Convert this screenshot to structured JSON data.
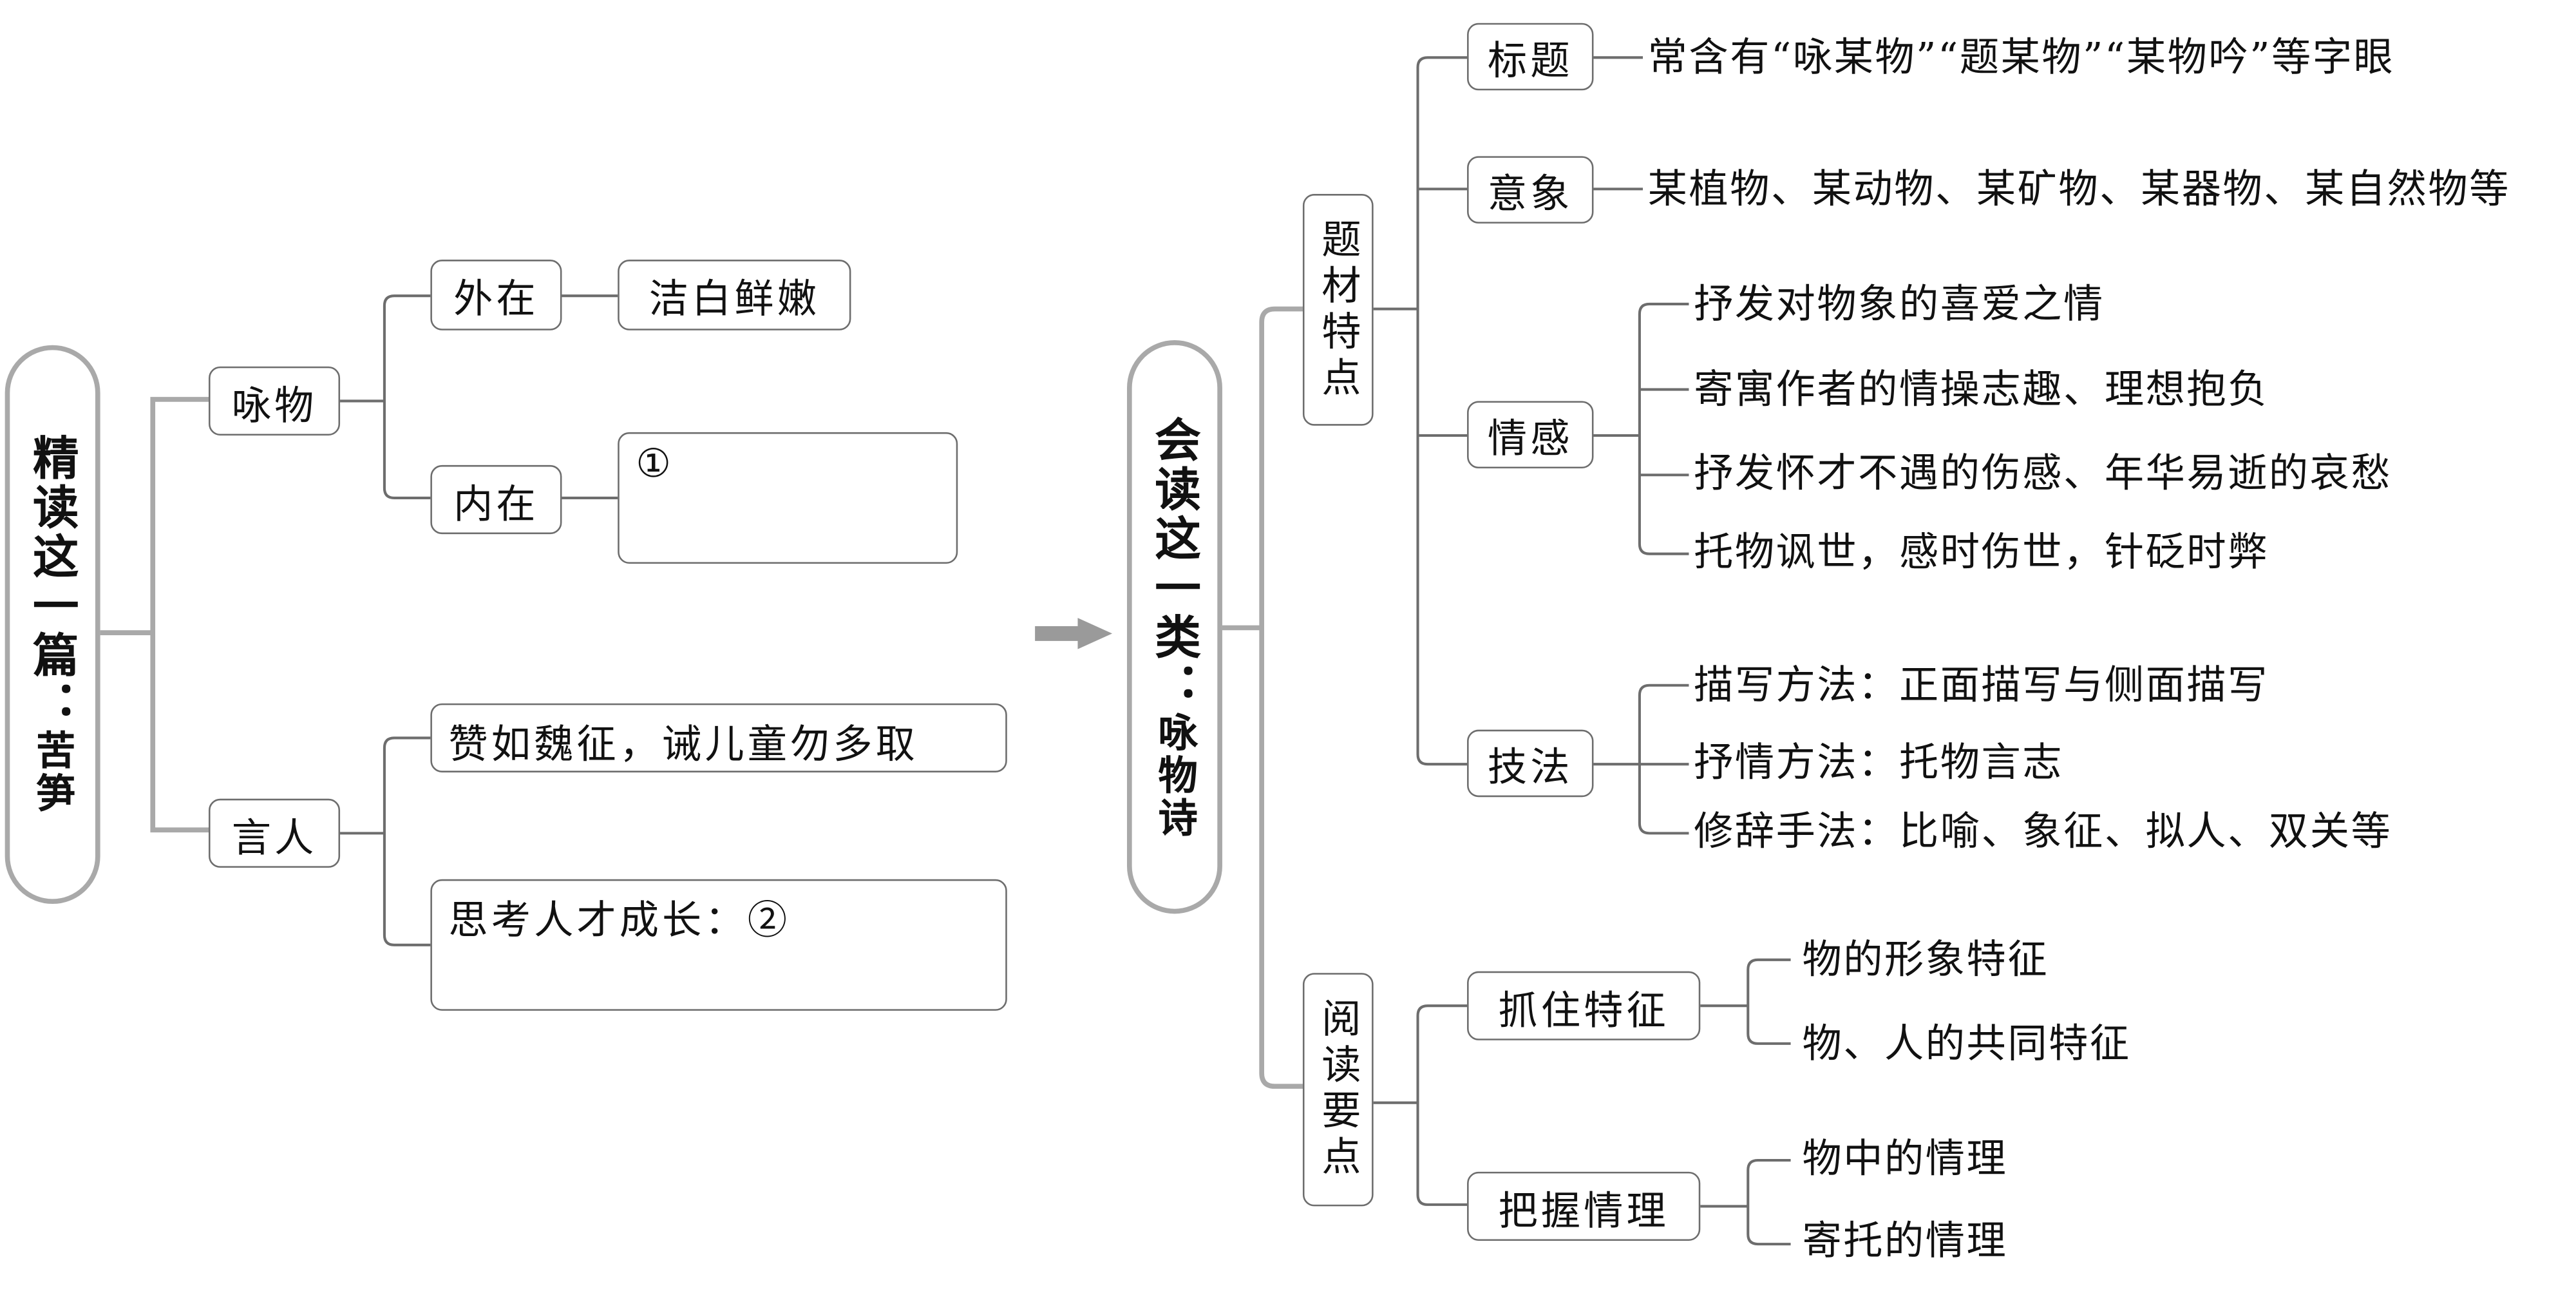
{
  "left_map": {
    "root": {
      "title": "精读这一篇",
      "colon": "：",
      "subject": "苦笋"
    },
    "branches": [
      {
        "label": "咏物",
        "children": [
          {
            "label": "外在",
            "content": "洁白鲜嫩"
          },
          {
            "label": "内在",
            "content": "①"
          }
        ]
      },
      {
        "label": "言人",
        "children": [
          {
            "content": "赞如魏征，诫儿童勿多取"
          },
          {
            "content": "思考人才成长：②"
          }
        ]
      }
    ]
  },
  "connector": {
    "icon": "arrow-right-icon"
  },
  "right_map": {
    "root": {
      "title": "会读这一类",
      "colon": "：",
      "subject": "咏物诗"
    },
    "branches": [
      {
        "label": "题材特点",
        "children": [
          {
            "label": "标题",
            "items": [
              "常含有“咏某物”“题某物”“某物吟”等字眼"
            ]
          },
          {
            "label": "意象",
            "items": [
              "某植物、某动物、某矿物、某器物、某自然物等"
            ]
          },
          {
            "label": "情感",
            "items": [
              "抒发对物象的喜爱之情",
              "寄寓作者的情操志趣、理想抱负",
              "抒发怀才不遇的伤感、年华易逝的哀愁",
              "托物讽世，感时伤世，针砭时弊"
            ]
          },
          {
            "label": "技法",
            "items": [
              "描写方法：正面描写与侧面描写",
              "抒情方法：托物言志",
              "修辞手法：比喻、象征、拟人、双关等"
            ]
          }
        ]
      },
      {
        "label": "阅读要点",
        "children": [
          {
            "label": "抓住特征",
            "items": [
              "物的形象特征",
              "物、人的共同特征"
            ]
          },
          {
            "label": "把握情理",
            "items": [
              "物中的情理",
              "寄托的情理"
            ]
          }
        ]
      }
    ]
  },
  "colors": {
    "line": "#6d6d6d",
    "root_border": "#a9a9a9",
    "arrow": "#9a9a9a",
    "text": "#111111"
  }
}
